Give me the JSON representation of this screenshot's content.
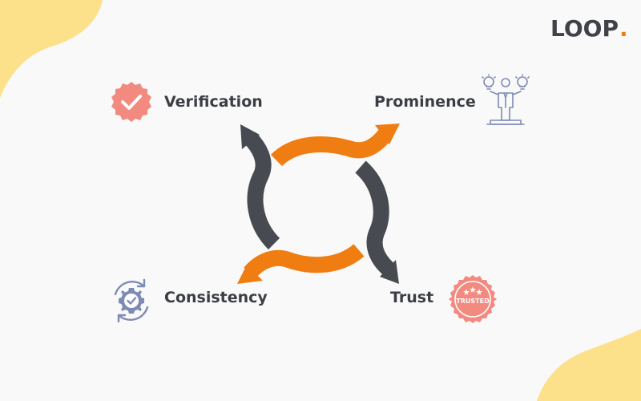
{
  "logo": {
    "text_main": "LOOP",
    "text_dot": ".",
    "colors": {
      "main": "#3f4248",
      "accent": "#f07d12"
    }
  },
  "diagram": {
    "nodes": [
      {
        "id": "verification",
        "label": "Verification",
        "icon": "checkmark-badge-icon"
      },
      {
        "id": "prominence",
        "label": "Prominence",
        "icon": "person-lightbulbs-icon"
      },
      {
        "id": "trust",
        "label": "Trust",
        "icon": "trusted-seal-icon"
      },
      {
        "id": "consistency",
        "label": "Consistency",
        "icon": "gear-cycle-icon"
      }
    ],
    "badge_text": "TRUSTED",
    "colors": {
      "orange_arrow": "#f07d12",
      "dark_arrow": "#474a50",
      "badge_red": "#f28a80",
      "icon_blue": "#7e8bb5",
      "blob_yellow": "#fde08a"
    }
  }
}
